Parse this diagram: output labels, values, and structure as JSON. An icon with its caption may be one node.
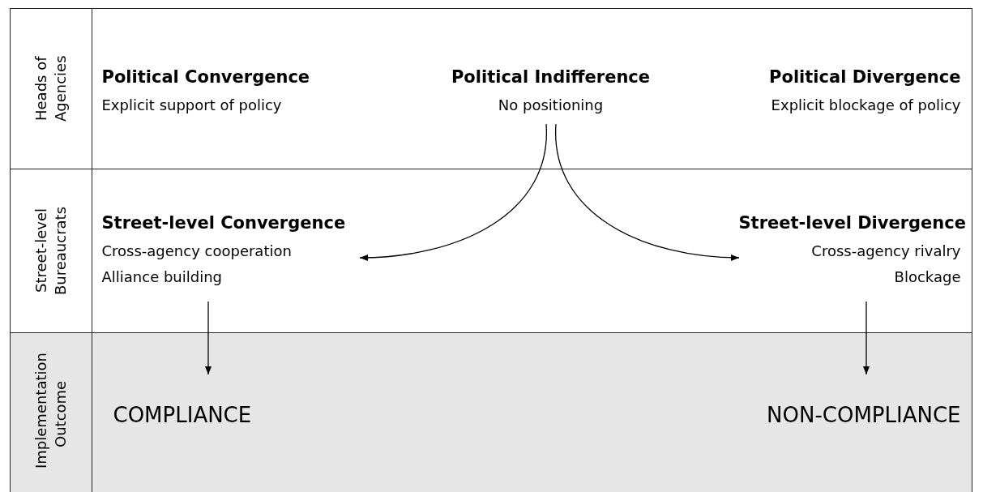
{
  "diagram": {
    "nodes": [
      {
        "text": [
          "Heads of Agencies"
        ]
      },
      {
        "text": [
          "Political Convergence",
          "Explicit support of policy"
        ],
        "in": 0
      },
      {
        "text": [
          "Political Indifference",
          "No positioning"
        ],
        "in": 0
      },
      {
        "text": [
          "Political Divergence",
          "Explicit blockage of policy"
        ],
        "in": 0
      },
      {
        "text": [
          "Street-level Bureaucrats"
        ]
      },
      {
        "text": [
          "Street-level Convergence",
          "Cross-agency cooperation",
          "Alliance building"
        ],
        "in": 4
      },
      {
        "text": [
          "Street-level Divergence",
          "Cross-agency rivalry",
          "Blockage"
        ],
        "in": 4
      },
      {
        "text": [
          "Implementation Outcome"
        ]
      },
      {
        "text": [
          "COMPLIANCE"
        ],
        "in": 7
      },
      {
        "text": [
          "NON-COMPLIANCE"
        ],
        "in": 7
      }
    ],
    "edges": [
      {
        "from": 2,
        "to": 5,
        "arrow": "to"
      },
      {
        "from": 2,
        "to": 6,
        "arrow": "to"
      },
      {
        "from": 5,
        "to": 8,
        "arrow": "to"
      },
      {
        "from": 6,
        "to": 9,
        "arrow": "to"
      }
    ]
  }
}
